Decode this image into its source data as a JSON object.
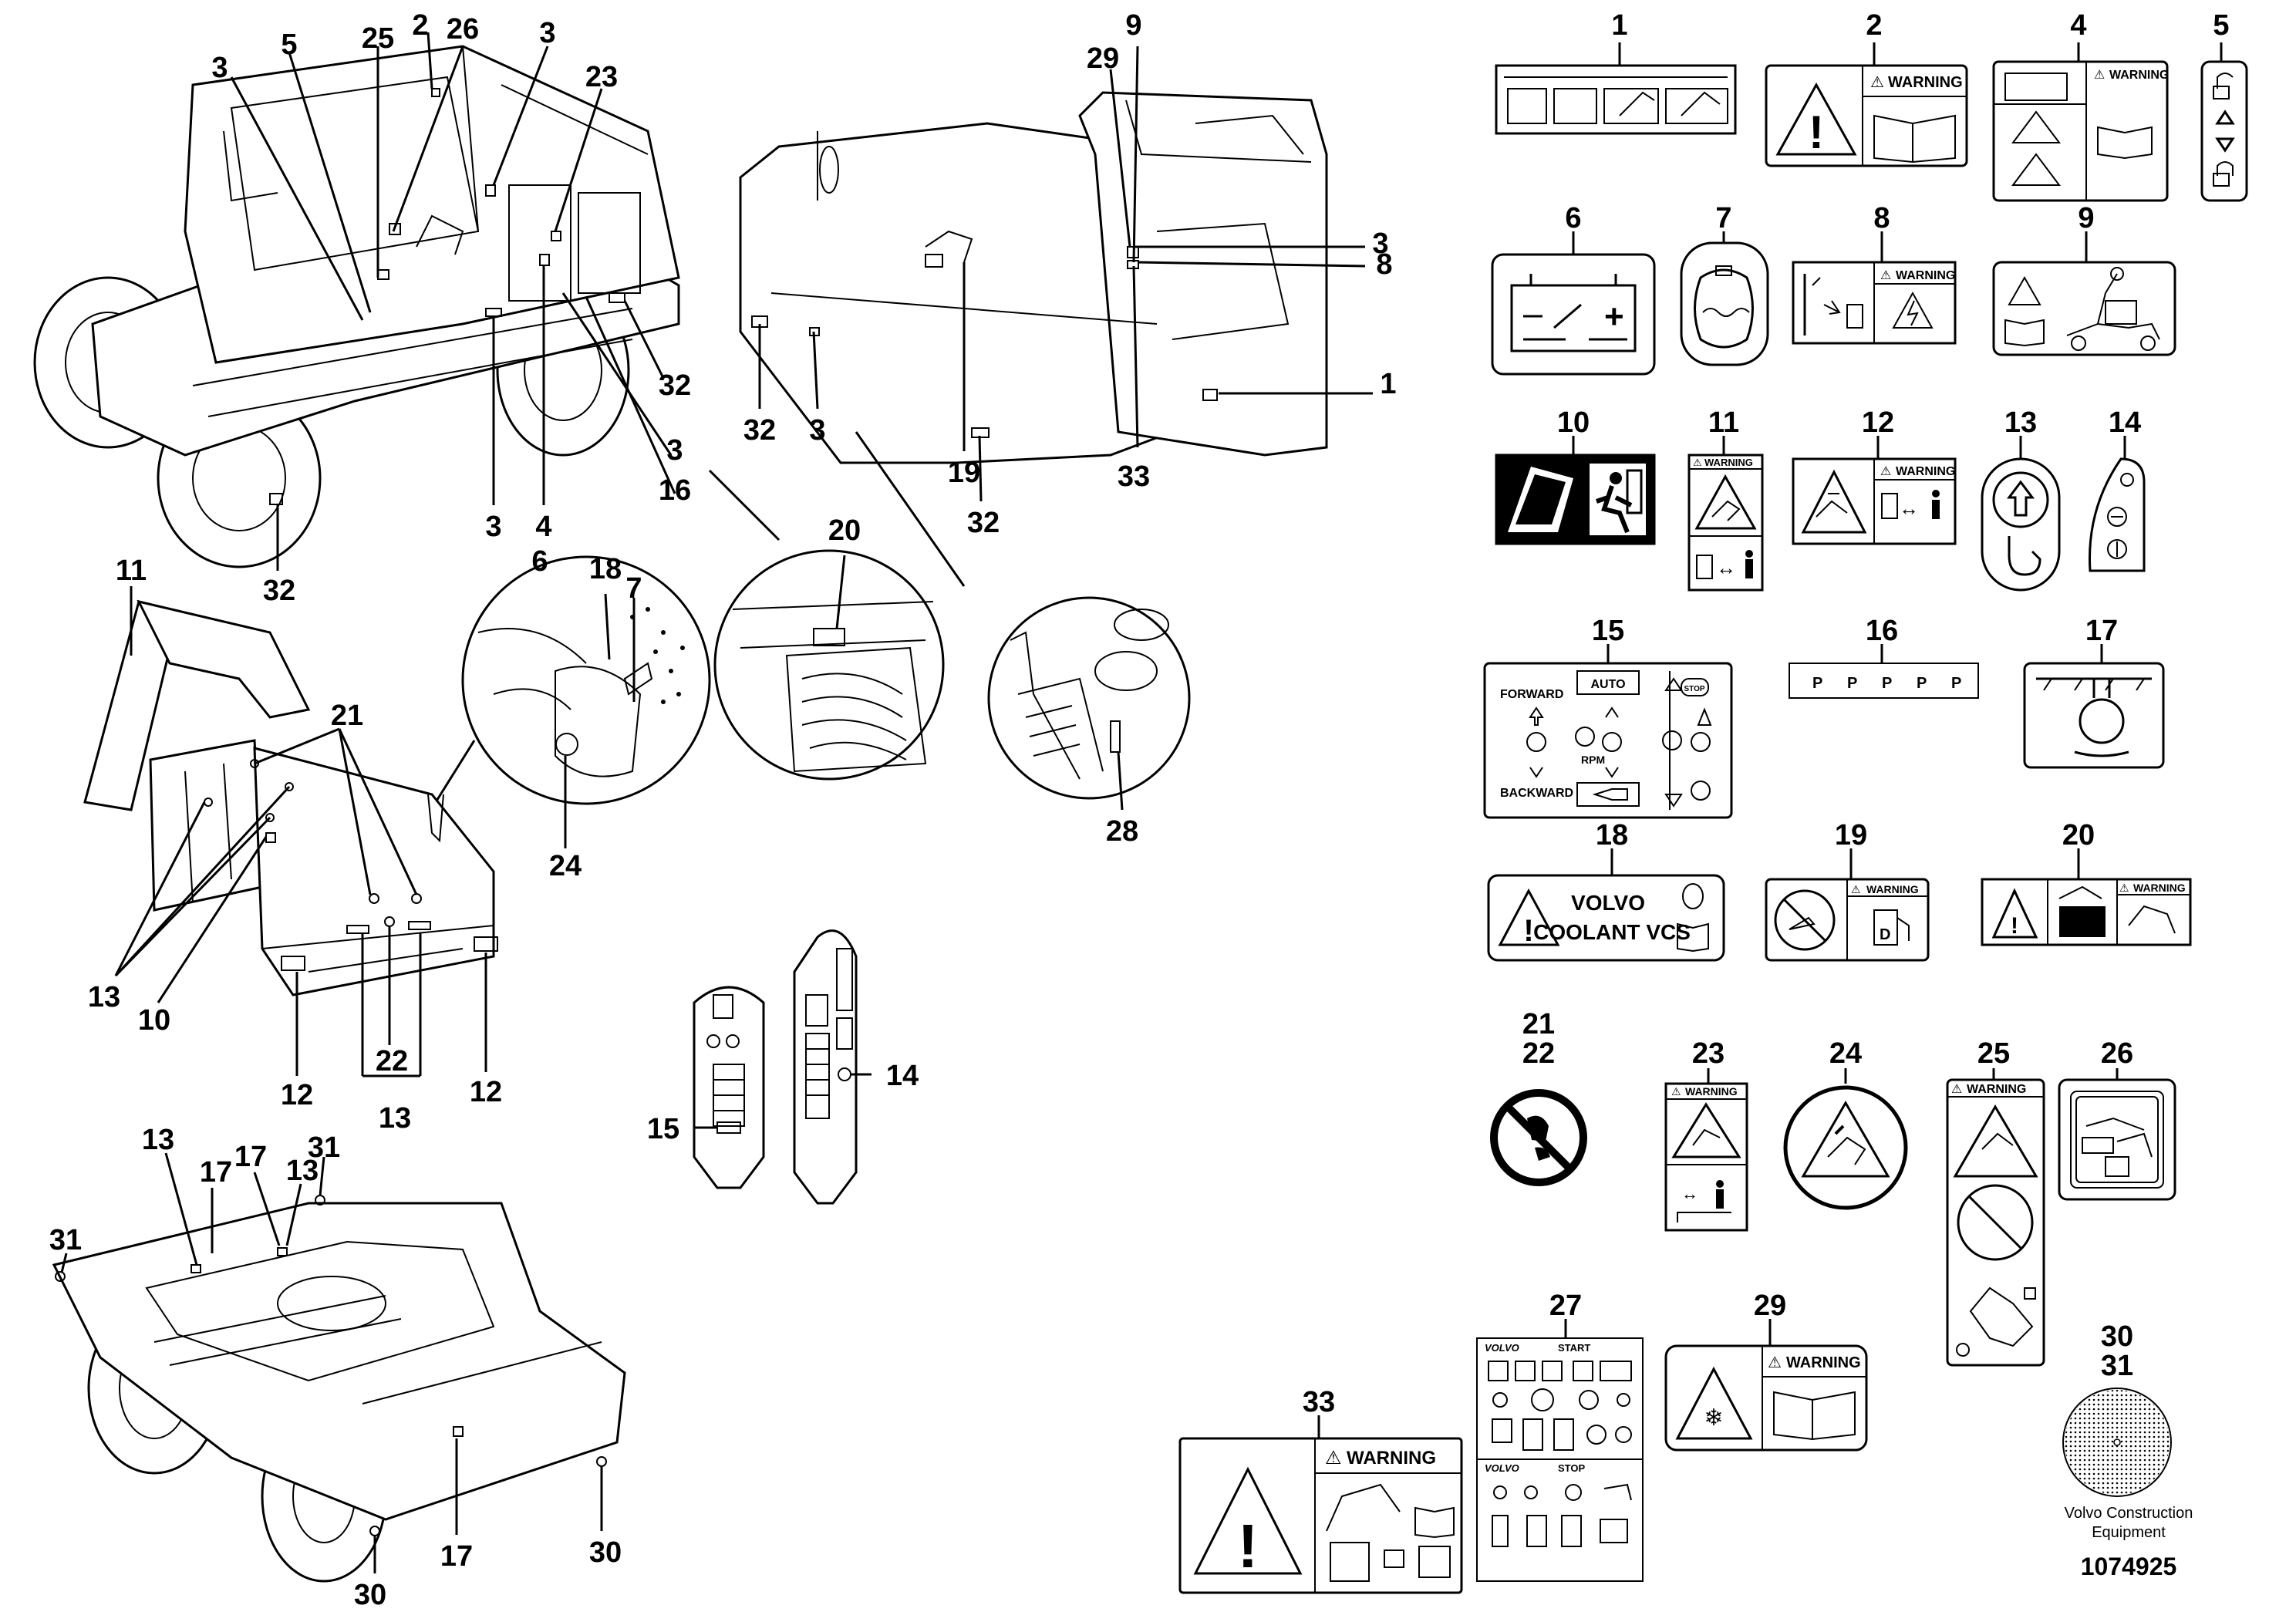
{
  "diagram": {
    "callouts": [
      "1",
      "2",
      "3",
      "4",
      "5",
      "6",
      "7",
      "8",
      "9",
      "10",
      "11",
      "12",
      "13",
      "14",
      "15",
      "16",
      "17",
      "18",
      "19",
      "20",
      "21",
      "22",
      "23",
      "24",
      "25",
      "26",
      "27",
      "28",
      "29",
      "30",
      "31",
      "32",
      "33"
    ],
    "decal_text": {
      "warning": "WARNING",
      "auto": "AUTO",
      "forward": "FORWARD",
      "backward": "BACKWARD",
      "rpm": "RPM",
      "stop": "STOP",
      "volvo": "VOLVO",
      "coolant": "COOLANT VCS",
      "start": "START",
      "stop_upper": "STOP",
      "p_marks": [
        "P",
        "P",
        "P",
        "P",
        "P"
      ]
    },
    "credit": {
      "line1": "Volvo Construction",
      "line2": "Equipment",
      "docnum": "1074925"
    }
  }
}
